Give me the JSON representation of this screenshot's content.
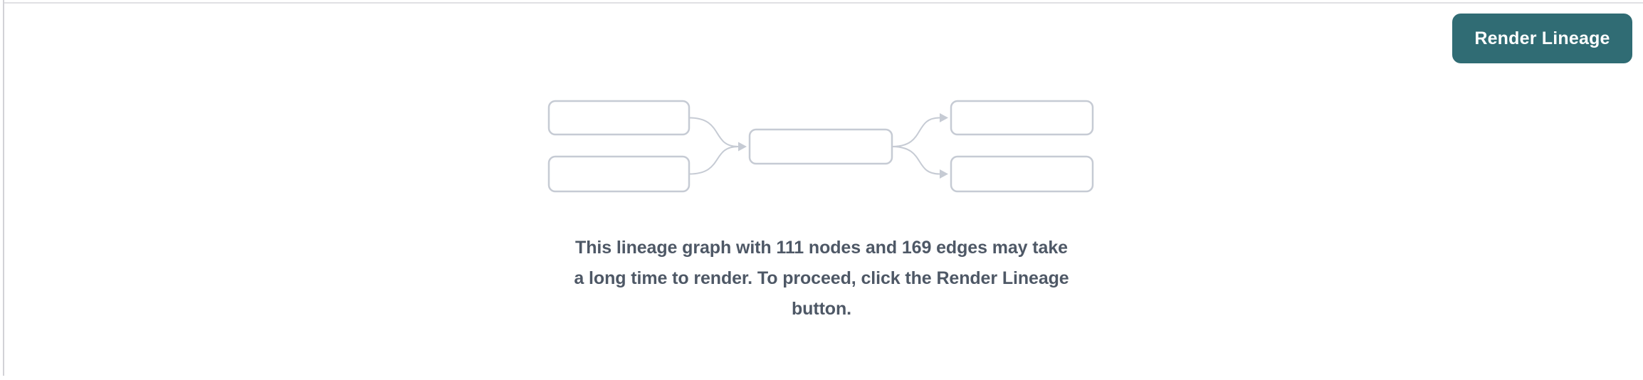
{
  "panel": {
    "name": "lineage-panel",
    "background": "#ffffff"
  },
  "toolbar": {
    "render_button_label": "Render Lineage"
  },
  "empty_state": {
    "node_count": "111",
    "edge_count": "169",
    "message": "This lineage graph with 111 nodes and 169 edges may take a long time to render. To proceed, click the Render Lineage button.",
    "message_lines": [
      "This lineage graph with 111 nodes and 169 edges may take",
      "a long time to render. To proceed, click the Render Lineage",
      "button."
    ],
    "illustration": {
      "icon": "lineage-graph-icon",
      "node_boxes": 5,
      "edges": 4
    }
  },
  "colors": {
    "accent_teal": "#306c74",
    "button_text": "#ffffff",
    "message_text": "#4e5866",
    "illustration_stroke": "#c6cbd4",
    "panel_border_top": "#e0e0e4",
    "panel_border_left": "#d2d2d7"
  }
}
